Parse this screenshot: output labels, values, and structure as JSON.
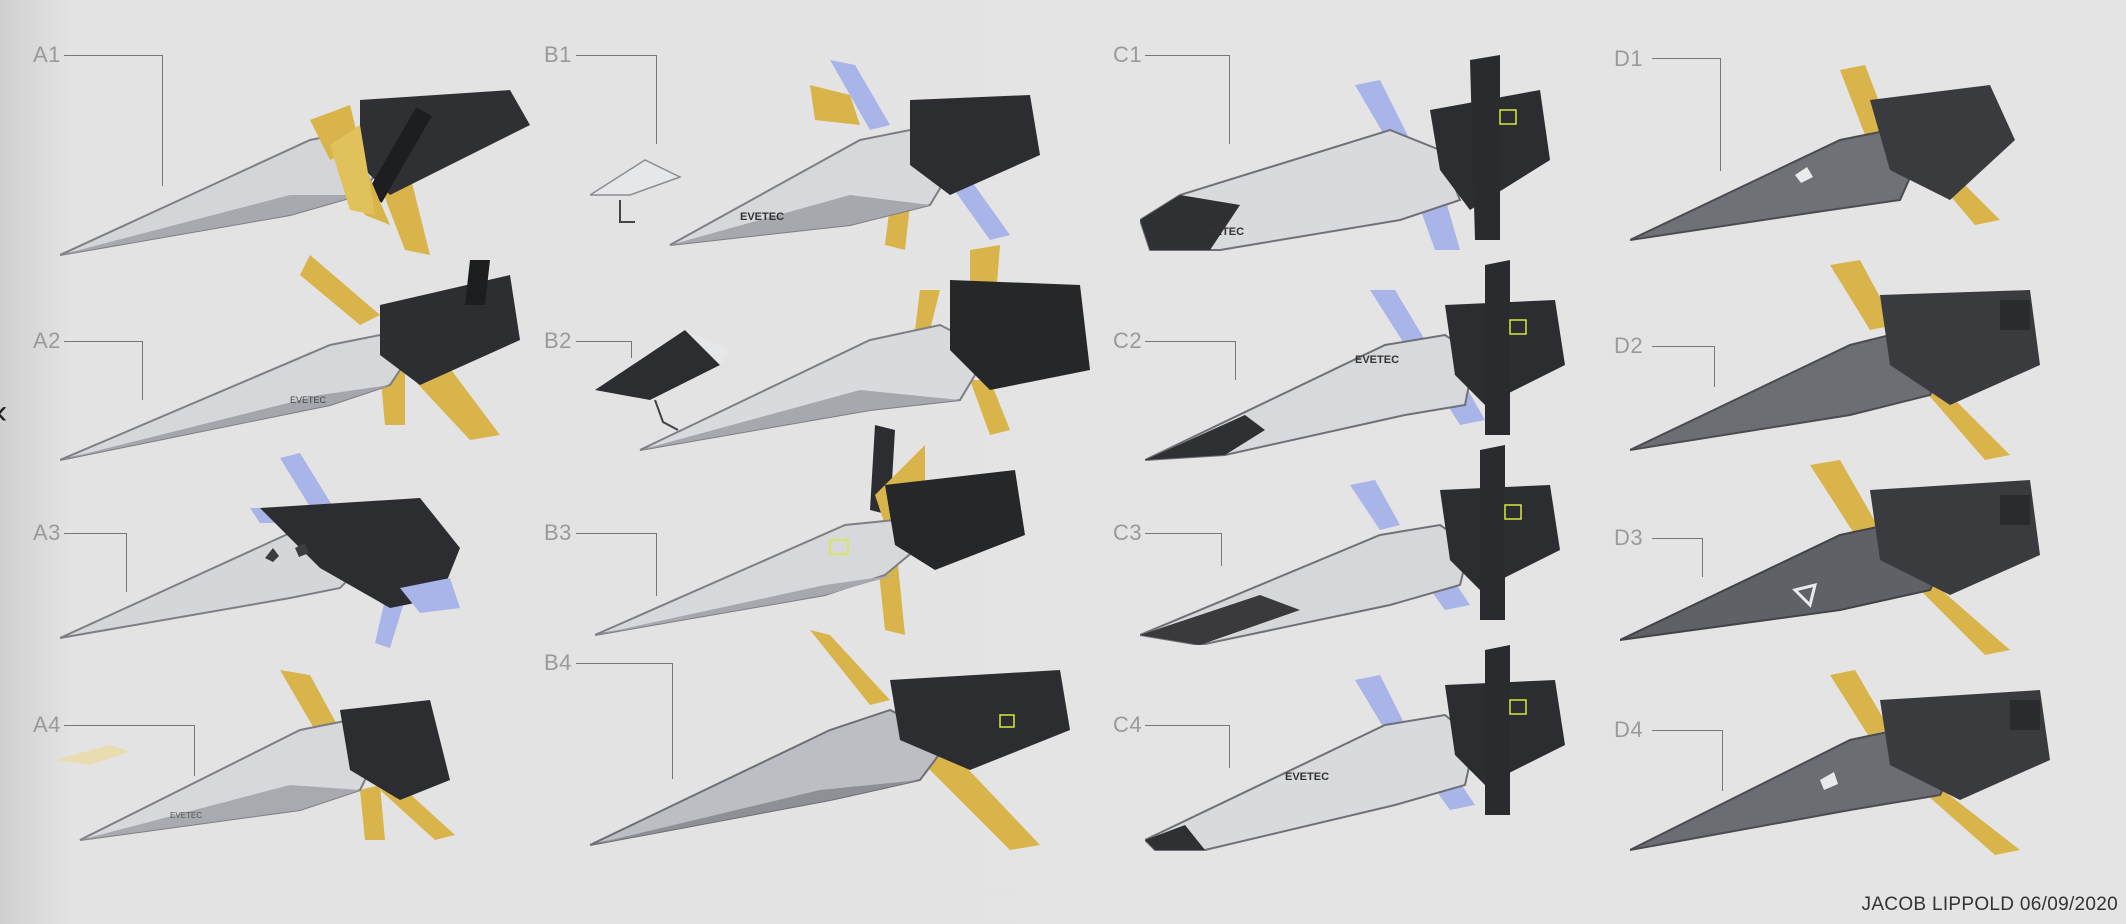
{
  "sheet": {
    "credit": "JACOB LIPPOLD 06/09/2020",
    "colors": {
      "background": "#e2e2e2",
      "hull_light": "#d9dadd",
      "hull_dark": "#3a3a3c",
      "fin_gold": "#d9b44a",
      "fin_blue": "#a9b4e8",
      "accent_yellow": "#d8e83a"
    }
  },
  "variants": [
    {
      "id": "A1",
      "label": "A1"
    },
    {
      "id": "A2",
      "label": "A2"
    },
    {
      "id": "A3",
      "label": "A3"
    },
    {
      "id": "A4",
      "label": "A4"
    },
    {
      "id": "B1",
      "label": "B1",
      "hull_mark": "EVETEC"
    },
    {
      "id": "B2",
      "label": "B2"
    },
    {
      "id": "B3",
      "label": "B3"
    },
    {
      "id": "B4",
      "label": "B4"
    },
    {
      "id": "C1",
      "label": "C1",
      "hull_mark": "EVETEC"
    },
    {
      "id": "C2",
      "label": "C2",
      "hull_mark": "EVETEC"
    },
    {
      "id": "C3",
      "label": "C3"
    },
    {
      "id": "C4",
      "label": "C4",
      "hull_mark": "EVETEC"
    },
    {
      "id": "D1",
      "label": "D1"
    },
    {
      "id": "D2",
      "label": "D2"
    },
    {
      "id": "D3",
      "label": "D3"
    },
    {
      "id": "D4",
      "label": "D4"
    }
  ]
}
